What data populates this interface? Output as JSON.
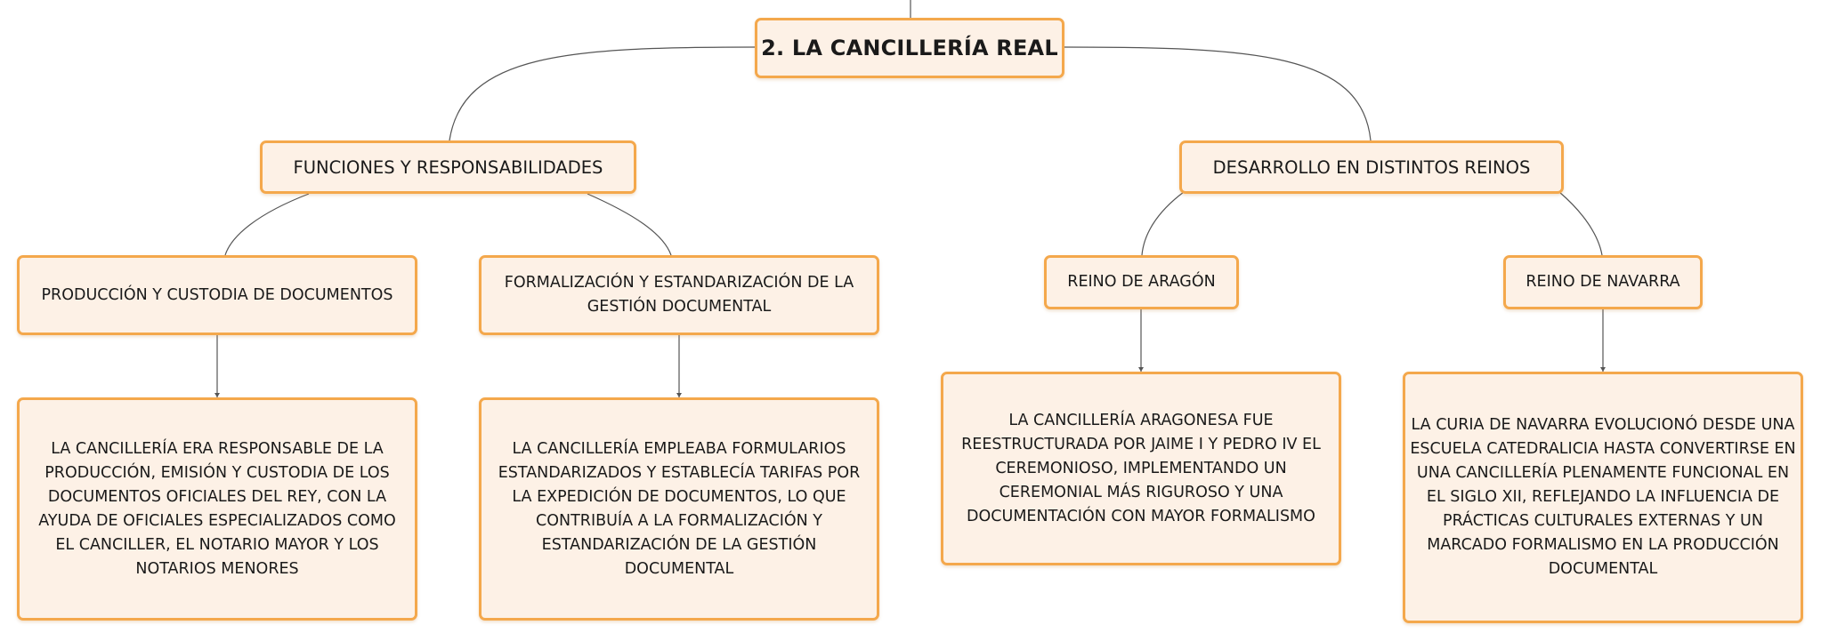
{
  "diagram": {
    "title": "2. LA CANCILLERÍA REAL",
    "branches": [
      {
        "label": "FUNCIONES Y RESPONSABILIDADES",
        "children": [
          {
            "label": "PRODUCCIÓN Y CUSTODIA DE DOCUMENTOS",
            "detail": "LA CANCILLERÍA ERA RESPONSABLE DE LA PRODUCCIÓN, EMISIÓN Y CUSTODIA DE LOS DOCUMENTOS OFICIALES DEL REY, CON LA AYUDA DE OFICIALES ESPECIALIZADOS COMO EL CANCILLER, EL NOTARIO MAYOR Y LOS NOTARIOS MENORES"
          },
          {
            "label": "FORMALIZACIÓN Y ESTANDARIZACIÓN DE LA GESTIÓN DOCUMENTAL",
            "detail": "LA CANCILLERÍA EMPLEABA FORMULARIOS ESTANDARIZADOS Y ESTABLECÍA TARIFAS POR LA EXPEDICIÓN DE DOCUMENTOS, LO QUE CONTRIBUÍA A LA FORMALIZACIÓN Y ESTANDARIZACIÓN DE LA GESTIÓN DOCUMENTAL"
          }
        ]
      },
      {
        "label": "DESARROLLO EN DISTINTOS REINOS",
        "children": [
          {
            "label": "REINO DE ARAGÓN",
            "detail": "LA CANCILLERÍA ARAGONESA FUE REESTRUCTURADA POR JAIME I Y PEDRO IV EL CEREMONIOSO, IMPLEMENTANDO UN CEREMONIAL MÁS RIGUROSO Y UNA DOCUMENTACIÓN CON MAYOR FORMALISMO"
          },
          {
            "label": "REINO DE NAVARRA",
            "detail": "LA CURIA DE NAVARRA EVOLUCIONÓ DESDE UNA ESCUELA CATEDRALICIA HASTA CONVERTIRSE EN UNA CANCILLERÍA PLENAMENTE FUNCIONAL EN EL SIGLO XII, REFLEJANDO LA INFLUENCIA DE PRÁCTICAS CULTURALES EXTERNAS Y UN MARCADO FORMALISMO EN LA PRODUCCIÓN DOCUMENTAL"
          }
        ]
      }
    ]
  }
}
